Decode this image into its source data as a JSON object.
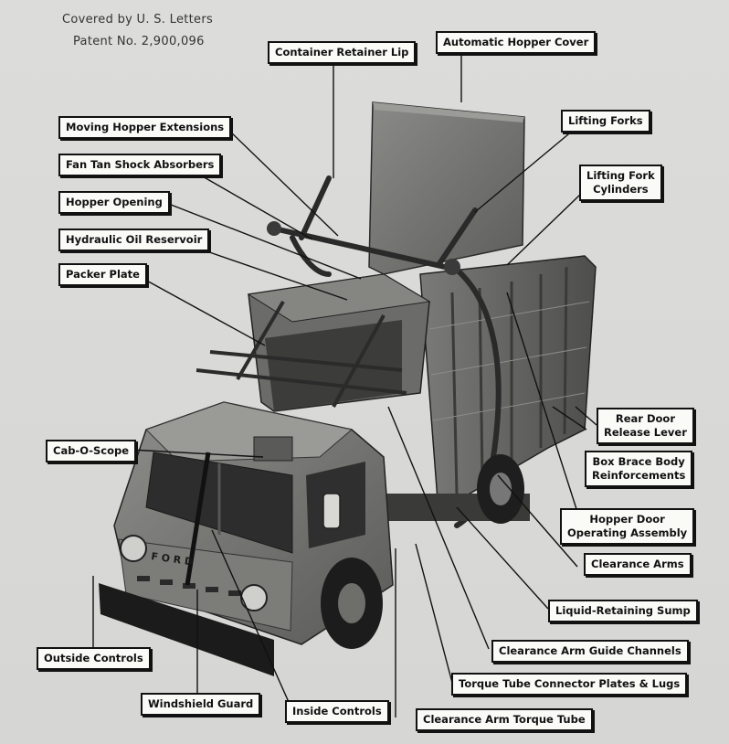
{
  "patent": {
    "line1": "Covered by U. S. Letters",
    "line2": "Patent No. 2,900,096"
  },
  "truck": {
    "grille_lettering": "F O R D"
  },
  "labels": {
    "container_retainer_lip": "Container Retainer Lip",
    "automatic_hopper_cover": "Automatic Hopper Cover",
    "moving_hopper_extensions": "Moving Hopper Extensions",
    "lifting_forks": "Lifting Forks",
    "fan_tan_shock_absorbers": "Fan Tan Shock Absorbers",
    "lifting_fork_cylinders_1": "Lifting Fork",
    "lifting_fork_cylinders_2": "Cylinders",
    "hopper_opening": "Hopper Opening",
    "hydraulic_oil_reservoir": "Hydraulic Oil Reservoir",
    "packer_plate": "Packer Plate",
    "rear_door_release_lever_1": "Rear Door",
    "rear_door_release_lever_2": "Release Lever",
    "cab_o_scope": "Cab-O-Scope",
    "box_brace_1": "Box Brace Body",
    "box_brace_2": "Reinforcements",
    "hopper_door_1": "Hopper Door",
    "hopper_door_2": "Operating Assembly",
    "clearance_arms": "Clearance Arms",
    "liquid_retaining_sump": "Liquid-Retaining Sump",
    "outside_controls": "Outside Controls",
    "clearance_arm_guide_channels": "Clearance Arm Guide Channels",
    "windshield_guard": "Windshield Guard",
    "torque_tube_connector": "Torque Tube Connector Plates & Lugs",
    "inside_controls": "Inside Controls",
    "clearance_arm_torque_tube": "Clearance Arm Torque Tube"
  }
}
